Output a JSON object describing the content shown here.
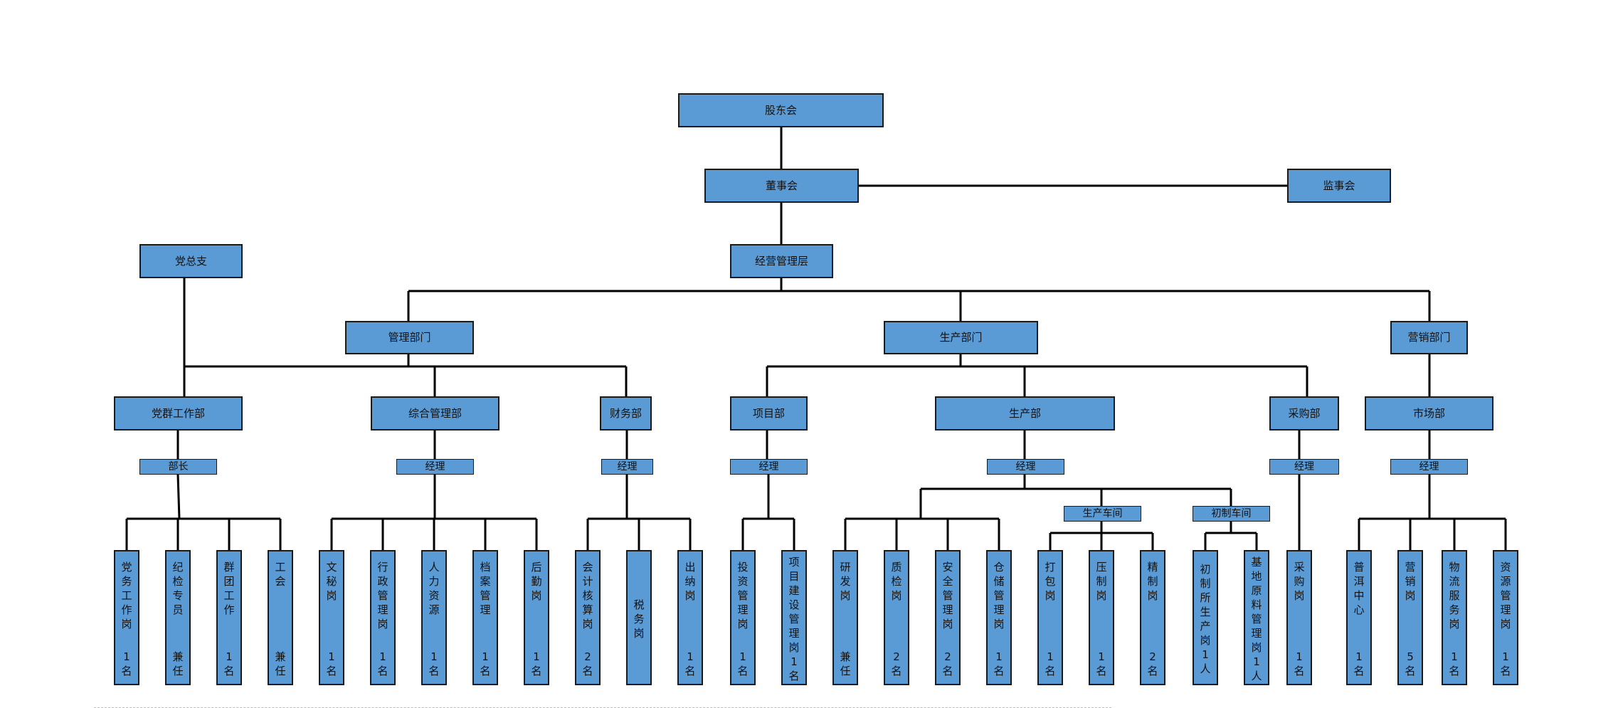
{
  "colors": {
    "box_fill": "#5b9bd5",
    "line": "#000000",
    "border": "#1a1a1a"
  },
  "top": {
    "shareholders": "股东会",
    "board": "董事会",
    "supervisors": "监事会",
    "management": "经营管理层",
    "party": "党总支"
  },
  "divisions": {
    "admin": "管理部门",
    "production": "生产部门",
    "marketing": "营销部门"
  },
  "departments": {
    "party_work": "党群工作部",
    "general": "综合管理部",
    "finance": "财务部",
    "project": "项目部",
    "production": "生产部",
    "purchase": "采购部",
    "market": "市场部"
  },
  "heads": {
    "party_work": "部长",
    "general": "经理",
    "finance": "经理",
    "project": "经理",
    "production": "经理",
    "purchase": "经理",
    "market": "经理"
  },
  "workshops": {
    "pressing": "生产车间",
    "primary": "初制车间"
  },
  "positions": [
    {
      "title": "党务工作岗",
      "count": "1名"
    },
    {
      "title": "纪检专员",
      "count": "兼任"
    },
    {
      "title": "群团工作",
      "count": "1名"
    },
    {
      "title": "工会",
      "count": "兼任"
    },
    {
      "title": "文秘岗",
      "count": "1名"
    },
    {
      "title": "行政管理岗",
      "count": "1名"
    },
    {
      "title": "人力资源",
      "count": "1名"
    },
    {
      "title": "档案管理",
      "count": "1名"
    },
    {
      "title": "后勤岗",
      "count": "1名"
    },
    {
      "title": "会计核算岗",
      "count": "2名"
    },
    {
      "title": "税务岗",
      "count": ""
    },
    {
      "title": "出纳岗",
      "count": "1名"
    },
    {
      "title": "投资管理岗",
      "count": "1名"
    },
    {
      "title": "项目建设管理岗1名",
      "count": ""
    },
    {
      "title": "研发岗",
      "count": "兼任"
    },
    {
      "title": "质检岗",
      "count": "2名"
    },
    {
      "title": "安全管理岗",
      "count": "2名"
    },
    {
      "title": "仓储管理岗",
      "count": "1名"
    },
    {
      "title": "打包岗",
      "count": "1名"
    },
    {
      "title": "压制岗",
      "count": "1名"
    },
    {
      "title": "精制岗",
      "count": "2名"
    },
    {
      "title": "初制所生产岗1人",
      "count": ""
    },
    {
      "title": "基地原料管理岗1人",
      "count": ""
    },
    {
      "title": "采购岗",
      "count": "1名"
    },
    {
      "title": "普洱中心",
      "count": "1名"
    },
    {
      "title": "营销岗",
      "count": "5名"
    },
    {
      "title": "物流服务岗",
      "count": "1名"
    },
    {
      "title": "资源管理岗",
      "count": "1名"
    }
  ]
}
